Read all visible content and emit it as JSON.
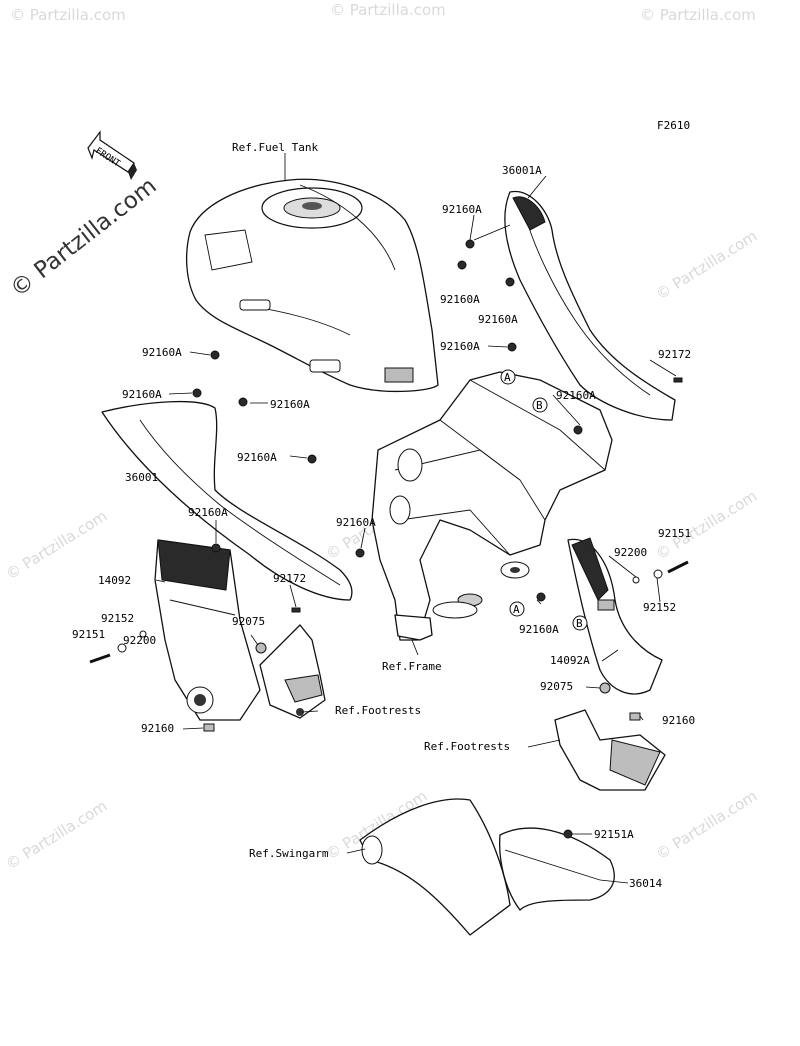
{
  "figure_code": "F2610",
  "front_arrow": "FRONT",
  "watermark": "© Partzilla.com",
  "callouts": {
    "a": "A",
    "b": "B"
  },
  "labels": {
    "ref_fuel_tank": "Ref.Fuel Tank",
    "ref_frame": "Ref.Frame",
    "ref_footrests_left": "Ref.Footrests",
    "ref_footrests_right": "Ref.Footrests",
    "ref_swingarm": "Ref.Swingarm",
    "p36001A": "36001A",
    "p36001": "36001",
    "p36014": "36014",
    "p14092": "14092",
    "p14092A": "14092A",
    "p92160A_1": "92160A",
    "p92160A_2": "92160A",
    "p92160A_3": "92160A",
    "p92160A_4": "92160A",
    "p92160A_5": "92160A",
    "p92160A_6": "92160A",
    "p92160A_7": "92160A",
    "p92160A_8": "92160A",
    "p92160A_9": "92160A",
    "p92160A_10": "92160A",
    "p92160A_11": "92160A",
    "p92160A_12": "92160A",
    "p92172_right": "92172",
    "p92172_center": "92172",
    "p92151_right": "92151",
    "p92151_left": "92151",
    "p92151A": "92151A",
    "p92152_right": "92152",
    "p92152_left": "92152",
    "p92200_right": "92200",
    "p92200_left": "92200",
    "p92075_left": "92075",
    "p92075_right": "92075",
    "p92160_left": "92160",
    "p92160_right": "92160"
  }
}
